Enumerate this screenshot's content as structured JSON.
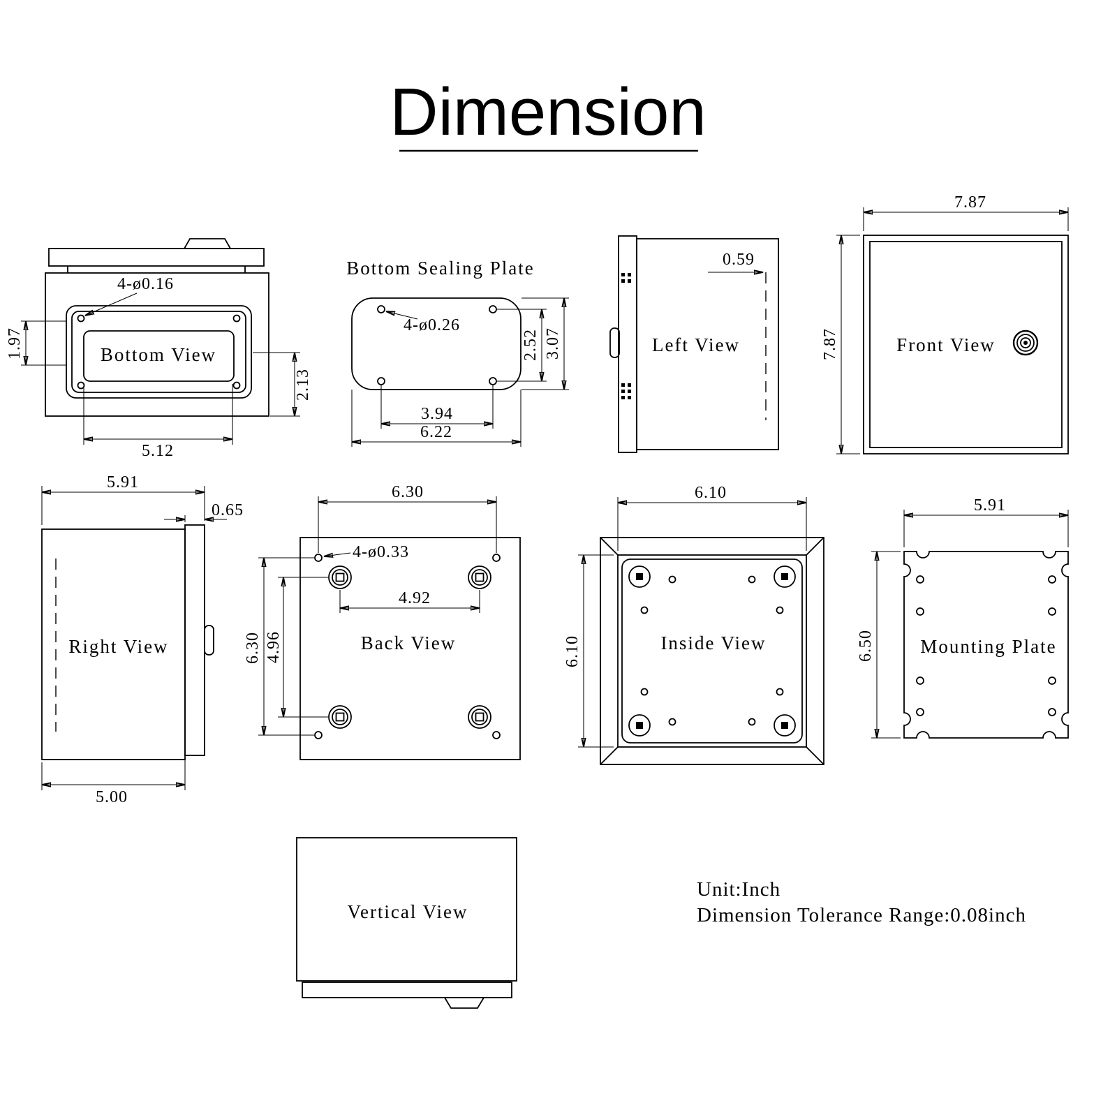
{
  "title": "Dimension",
  "colors": {
    "line": "#000000",
    "background": "#ffffff"
  },
  "notes": {
    "unit": "Unit:Inch",
    "tolerance": "Dimension Tolerance Range:0.08inch"
  },
  "views": {
    "bottom": {
      "label": "Bottom View",
      "hole_note": "4-ø0.16",
      "dim_left": "1.97",
      "dim_right": "2.13",
      "dim_bottom": "5.12"
    },
    "sealing_plate": {
      "label": "Bottom Sealing Plate",
      "hole_note": "4-ø0.26",
      "dim_holes_v": "2.52",
      "dim_height": "3.07",
      "dim_holes_h": "3.94",
      "dim_width": "6.22"
    },
    "left": {
      "label": "Left View",
      "dim_offset": "0.59"
    },
    "front": {
      "label": "Front View",
      "dim_width": "7.87",
      "dim_height": "7.87"
    },
    "right": {
      "label": "Right View",
      "dim_width": "5.91",
      "dim_flange": "0.65",
      "dim_bottom": "5.00"
    },
    "back": {
      "label": "Back View",
      "dim_width": "6.30",
      "hole_note": "4-ø0.33",
      "dim_mount_h": "4.92",
      "dim_height": "6.30",
      "dim_mount_v": "4.96"
    },
    "inside": {
      "label": "Inside View",
      "dim_width": "6.10",
      "dim_height": "6.10"
    },
    "mounting": {
      "label": "Mounting Plate",
      "dim_width": "5.91",
      "dim_height": "6.50"
    },
    "vertical": {
      "label": "Vertical View"
    }
  }
}
